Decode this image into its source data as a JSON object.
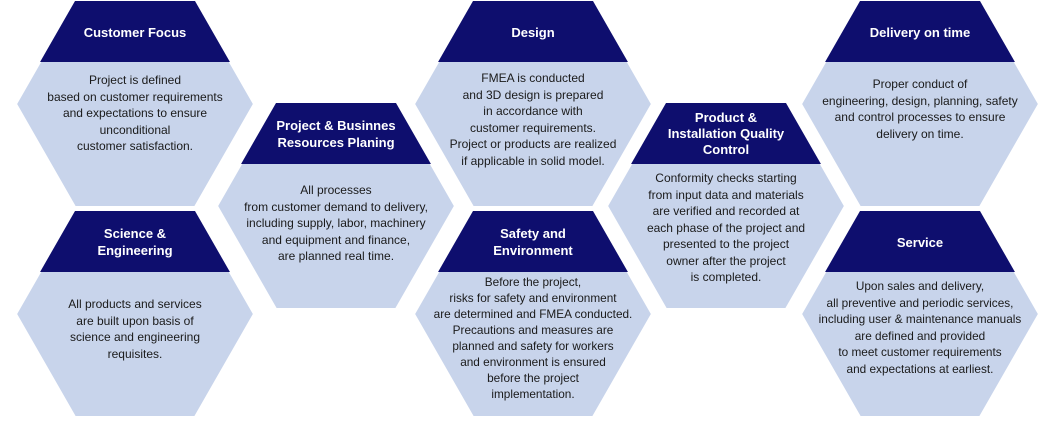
{
  "colors": {
    "header": "#0e0e6e",
    "body": "#c8d4eb",
    "stroke": "#ffffff"
  },
  "hexagons": [
    {
      "id": "customer-focus",
      "title": "Customer Focus",
      "body": "Project is defined\nbased on customer requirements\nand expectations to ensure\nunconditional\ncustomer satisfaction."
    },
    {
      "id": "science-engineering",
      "title": "Science &\nEngineering",
      "body": "All products and services\nare built upon basis of\nscience and engineering\nrequisites."
    },
    {
      "id": "project-resources",
      "title": "Project & Businnes\nResources Planing",
      "body": "All processes\nfrom customer demand to delivery,\nincluding supply, labor, machinery\nand equipment and finance,\nare planned real time."
    },
    {
      "id": "design",
      "title": "Design",
      "body": "FMEA is conducted\nand 3D design is prepared\nin accordance with\ncustomer requirements.\nProject or products are realized\nif applicable in solid model."
    },
    {
      "id": "safety-environment",
      "title": "Safety and\nEnvironment",
      "body": "Before the project,\nrisks for safety and environment\nare determined and FMEA conducted.\nPrecautions and measures are\nplanned and safety for workers\nand environment is ensured\nbefore the project\nimplementation."
    },
    {
      "id": "quality-control",
      "title": "Product &\nInstallation Quality\nControl",
      "body": "Conformity checks starting\nfrom input data and materials\nare verified and recorded at\neach phase of the project and\npresented to the project\nowner after the project\nis completed."
    },
    {
      "id": "delivery",
      "title": "Delivery on time",
      "body": "Proper conduct of\nengineering, design, planning,  safety\nand control processes to ensure\ndelivery on time."
    },
    {
      "id": "service",
      "title": "Service",
      "body": "Upon sales and delivery,\nall preventive and periodic services,\nincluding user & maintenance manuals\nare defined and provided\nto meet customer requirements\nand expectations at earliest."
    }
  ]
}
